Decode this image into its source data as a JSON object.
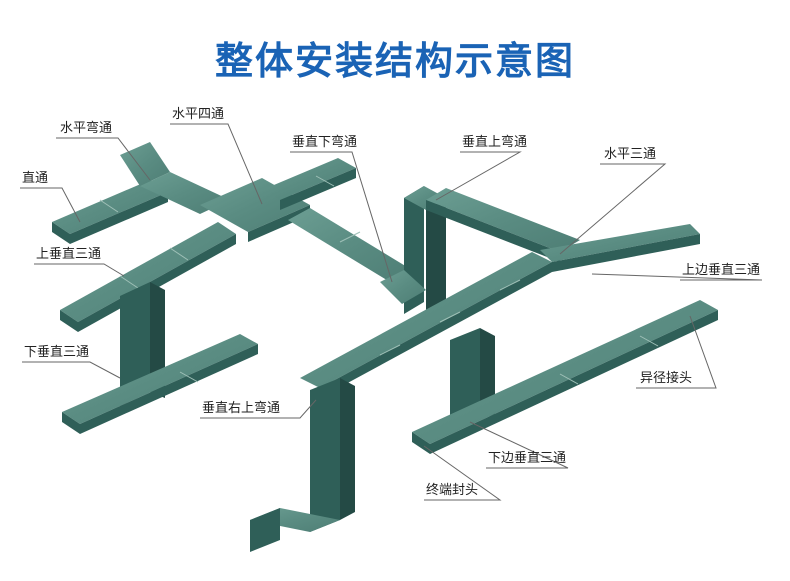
{
  "title": "整体安装结构示意图",
  "colors": {
    "title": "#1a63b5",
    "tray_top": "#5f9488",
    "tray_side": "#2f5f58",
    "tray_dark": "#244a45",
    "seam": "#9fc0b7"
  },
  "labels": {
    "horizontal_elbow": "水平弯通",
    "horizontal_cross": "水平四通",
    "vertical_down_elbow": "垂直下弯通",
    "vertical_up_elbow": "垂直上弯通",
    "horizontal_tee": "水平三通",
    "straight": "直通",
    "vertical_up_tee": "上垂直三通",
    "side_up_tee": "上边垂直三通",
    "vertical_down_tee": "下垂直三通",
    "reducer": "异径接头",
    "vertical_right_up_elbow": "垂直右上弯通",
    "side_down_tee": "下边垂直三通",
    "end_cap": "终端封头"
  }
}
